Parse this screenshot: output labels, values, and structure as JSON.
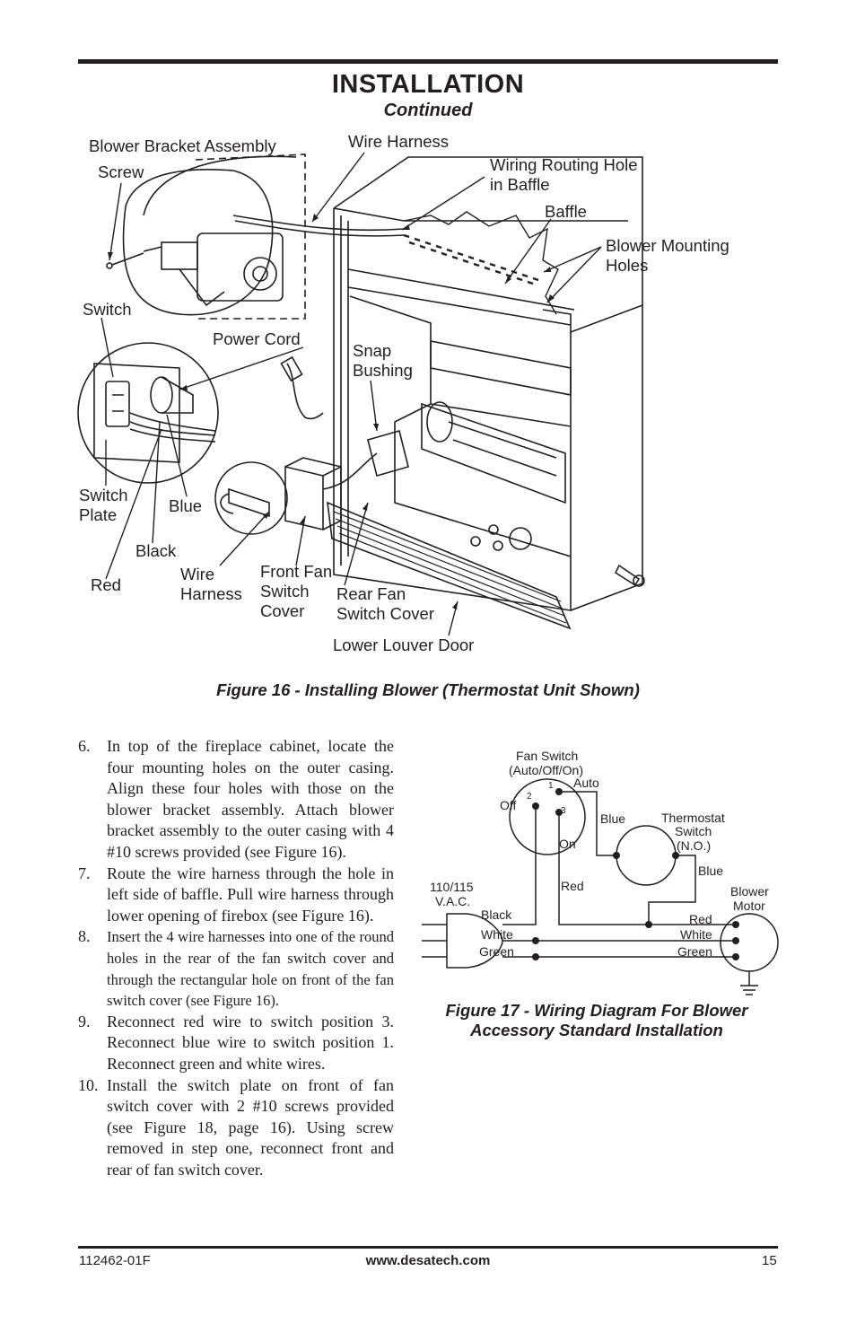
{
  "header": {
    "title": "INSTALLATION",
    "subtitle": "Continued"
  },
  "figure16": {
    "labels": {
      "blower_bracket_assembly": "Blower Bracket Assembly",
      "screw": "Screw",
      "wire_harness_top": "Wire Harness",
      "wiring_routing_hole_1": "Wiring Routing Hole",
      "wiring_routing_hole_2": "in Baffle",
      "baffle": "Baffle",
      "blower_mounting_1": "Blower Mounting",
      "blower_mounting_2": "Holes",
      "switch": "Switch",
      "power_cord": "Power Cord",
      "snap_1": "Snap",
      "snap_2": "Bushing",
      "switch_plate_1": "Switch",
      "switch_plate_2": "Plate",
      "blue": "Blue",
      "black": "Black",
      "red": "Red",
      "wire_harness_1": "Wire",
      "wire_harness_2": "Harness",
      "front_fan_1": "Front Fan",
      "front_fan_2": "Switch",
      "front_fan_3": "Cover",
      "rear_fan_1": "Rear Fan",
      "rear_fan_2": "Switch Cover",
      "lower_louver_door": "Lower Louver Door"
    },
    "caption": "Figure 16 - Installing Blower (Thermostat Unit Shown)"
  },
  "steps": [
    {
      "num": "6.",
      "text": "In top of the fireplace cabinet, locate the four mounting holes on the outer casing. Align these four holes with those on the blower bracket assembly. Attach blower bracket assembly to the outer casing with 4 #10 screws provided (see Figure 16)."
    },
    {
      "num": "7.",
      "text": "Route the wire harness through the hole in left side of baffle. Pull wire harness through lower opening of firebox (see Figure 16)."
    },
    {
      "num": "8.",
      "text": "Insert the 4 wire harnesses into one of the round holes in the rear of the fan switch cover and through the rectangular hole on front of the fan switch cover (see Figure 16)."
    },
    {
      "num": "9.",
      "text": "Reconnect red wire to switch position 3. Reconnect blue wire to switch position 1. Reconnect green and white wires."
    },
    {
      "num": "10.",
      "text": "Install the switch plate on front of fan switch cover with 2 #10 screws provided (see Figure 18, page 16). Using screw removed in step one, reconnect front and rear of fan switch cover."
    }
  ],
  "figure17": {
    "labels": {
      "fan_switch_1": "Fan Switch",
      "fan_switch_2": "(Auto/Off/On)",
      "auto": "Auto",
      "off": "Off",
      "on": "On",
      "pos1": "1",
      "pos2": "2",
      "pos3": "3",
      "blue_1": "Blue",
      "thermostat_1": "Thermostat",
      "thermostat_2": "Switch",
      "thermostat_3": "(N.O.)",
      "blue_2": "Blue",
      "red_1": "Red",
      "vac_1": "110/115",
      "vac_2": "V.A.C.",
      "black": "Black",
      "white_left": "White",
      "green_left": "Green",
      "blower_motor_1": "Blower",
      "blower_motor_2": "Motor",
      "red_2": "Red",
      "white_right": "White",
      "green_right": "Green"
    },
    "caption_1": "Figure 17 - Wiring Diagram For Blower",
    "caption_2": "Accessory Standard Installation"
  },
  "footer": {
    "doc_number": "112462-01F",
    "website": "www.desatech.com",
    "page": "15"
  }
}
